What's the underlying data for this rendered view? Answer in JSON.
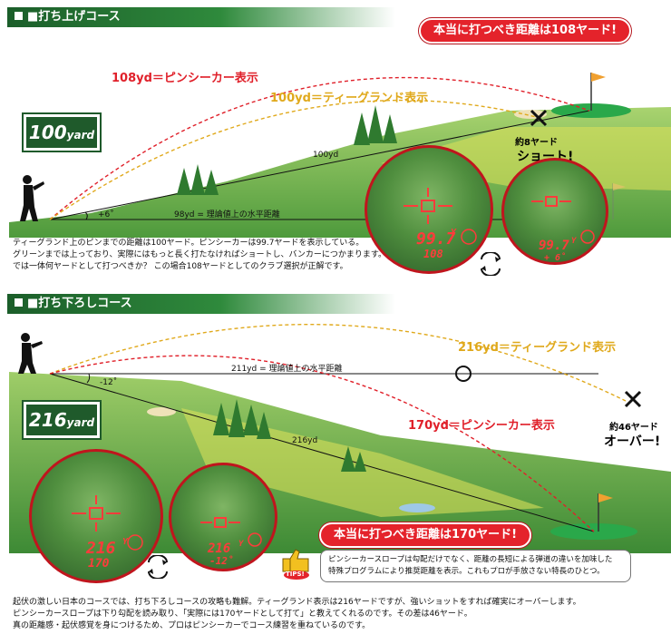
{
  "section1": {
    "header": "■打ち上げコース",
    "callout": "本当に打つべき距離は108ヤード!",
    "label_pinseeker": "108yd＝ピンシーカー表示",
    "label_tee": "100yd＝ティーグランド表示",
    "sign_number": "100",
    "sign_unit": "yard",
    "line_actual": "100yd",
    "line_horizontal": "98yd = 理論値上の水平距離",
    "angle": "+6˚",
    "short_note_1": "約8ヤード",
    "short_note_2": "ショート!",
    "scope1_top": "99.7",
    "scope1_unit": "Y",
    "scope1_bottom": "108",
    "scope2_top": "99.7",
    "scope2_unit": "Y",
    "scope2_bottom": "+ 6˚",
    "paragraph": [
      "ティーグランド上のピンまでの距離は100ヤード。ピンシーカーは99.7ヤードを表示している。",
      "グリーンまでは上っており、実際にはもっと長く打たなければショートし、バンカーにつかまります。",
      "では一体何ヤードとして打つべきか？ この場合108ヤードとしてのクラブ選択が正解です。"
    ]
  },
  "section2": {
    "header": "■打ち下ろしコース",
    "label_tee": "216yd＝ティーグランド表示",
    "label_pinseeker": "170yd＝ピンシーカー表示",
    "line_horizontal": "211yd = 理論値上の水平距離",
    "line_actual": "216yd",
    "angle": "-12˚",
    "sign_number": "216",
    "sign_unit": "yard",
    "over_note_1": "約46ヤード",
    "over_note_2": "オーバー!",
    "callout": "本当に打つべき距離は170ヤード!",
    "scope1_top": "216",
    "scope1_unit": "Y",
    "scope1_bottom": "170",
    "scope2_top": "216",
    "scope2_unit": "Y",
    "scope2_bottom": "-12˚",
    "tips_badge": "TIPS!",
    "tips_text": [
      "ピンシーカースロープは勾配だけでなく、距離の長短による弾道の違いを加味した",
      "特殊プログラムにより推奨距離を表示。これもプロが手放さない特長のひとつ。"
    ],
    "paragraph": [
      "起伏の激しい日本のコースでは、打ち下ろしコースの攻略も難解。ティーグランド表示は216ヤードですが、強いショットをすれば確実にオーバーします。",
      "ピンシーカースロープは下り勾配を読み取り、「実際には170ヤードとして打て」と教えてくれるのです。その差は46ヤード。",
      "真の距離感・起伏感覚を身につけるため、プロはピンシーカーでコース練習を重ねているのです。"
    ]
  },
  "colors": {
    "red": "#e0202a",
    "yellow": "#e0a91c",
    "header_green": "#1b5e2a",
    "sign_green": "#1f5a2b"
  }
}
